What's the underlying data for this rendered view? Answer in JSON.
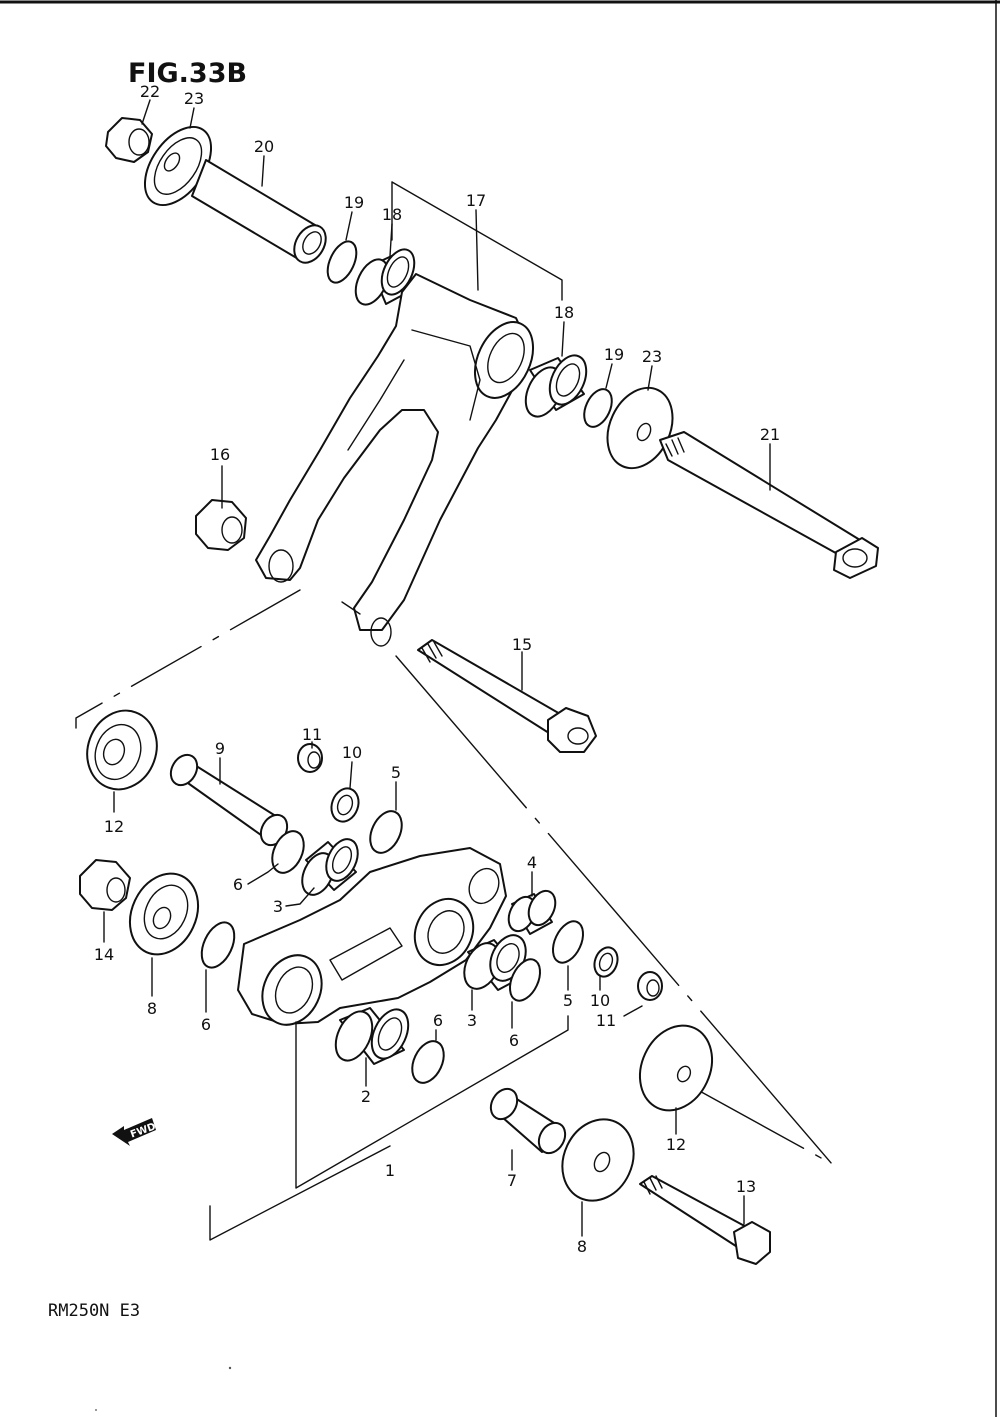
{
  "figure_title": "FIG.33B",
  "model_code": "RM250N E3",
  "fwd_label": "FWD",
  "callouts": {
    "c1": "1",
    "c2": "2",
    "c3a": "3",
    "c3b": "3",
    "c4": "4",
    "c5a": "5",
    "c5b": "5",
    "c6a": "6",
    "c6b": "6",
    "c6c": "6",
    "c6d": "6",
    "c7": "7",
    "c8a": "8",
    "c8b": "8",
    "c9": "9",
    "c10a": "10",
    "c10b": "10",
    "c11a": "11",
    "c11b": "11",
    "c12a": "12",
    "c12b": "12",
    "c13": "13",
    "c14": "14",
    "c15": "15",
    "c16": "16",
    "c17": "17",
    "c18a": "18",
    "c18b": "18",
    "c19a": "19",
    "c19b": "19",
    "c20": "20",
    "c21": "21",
    "c22": "22",
    "c23a": "23",
    "c23b": "23"
  }
}
